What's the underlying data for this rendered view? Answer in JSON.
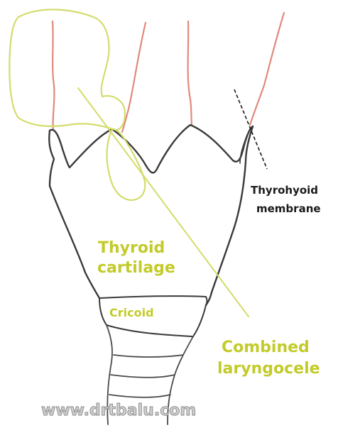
{
  "labels": {
    "thyrohyoid_line1": "Thyrohyoid",
    "thyrohyoid_line2": "membrane",
    "thyroid_line1": "Thyroid",
    "thyroid_line2": "cartilage",
    "cricoid": "Cricoid",
    "combined_line1": "Combined",
    "combined_line2": "laryngocele"
  },
  "watermark": "www.drtbalu.com",
  "colors": {
    "outline": "#3a3a3a",
    "laryngocele": "#d4dc6a",
    "label_green": "#c3cb2a",
    "label_dark": "#1a1a1a",
    "vessel": "#e08a7a",
    "watermark_fill": "#cfcfcf",
    "watermark_stroke": "#8a8a8a"
  }
}
